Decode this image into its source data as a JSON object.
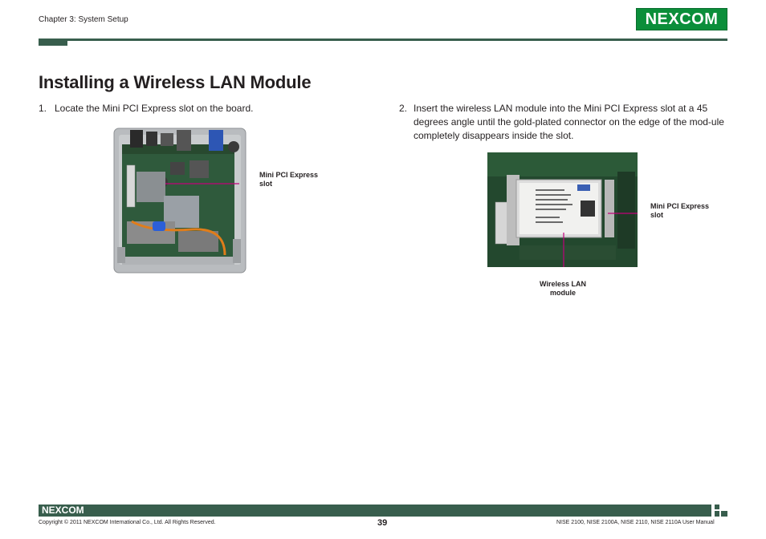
{
  "header": {
    "chapter": "Chapter 3: System Setup",
    "logo_pre": "NE",
    "logo_x": "X",
    "logo_post": "COM"
  },
  "title": "Installing a Wireless LAN Module",
  "steps": [
    {
      "num": "1.",
      "text": "Locate the Mini PCI Express slot on the board."
    },
    {
      "num": "2.",
      "text": "Insert the wireless LAN module into the Mini PCI Express slot at a 45 degrees angle until the gold-plated connector on the edge of the mod-ule completely disappears inside the slot."
    }
  ],
  "callouts": {
    "photo1_slot": "Mini PCI Express slot",
    "photo2_slot": "Mini PCI Express slot",
    "photo2_module": "Wireless LAN module"
  },
  "footer": {
    "logo": "NEXCOM",
    "copyright": "Copyright © 2011 NEXCOM International Co., Ltd. All Rights Reserved.",
    "page": "39",
    "manual": "NISE 2100, NISE 2100A, NISE 2110, NISE 2110A User Manual"
  },
  "colors": {
    "brand_green": "#0b8e3a",
    "bar": "#385e4d",
    "callout_line": "#c2007a"
  }
}
